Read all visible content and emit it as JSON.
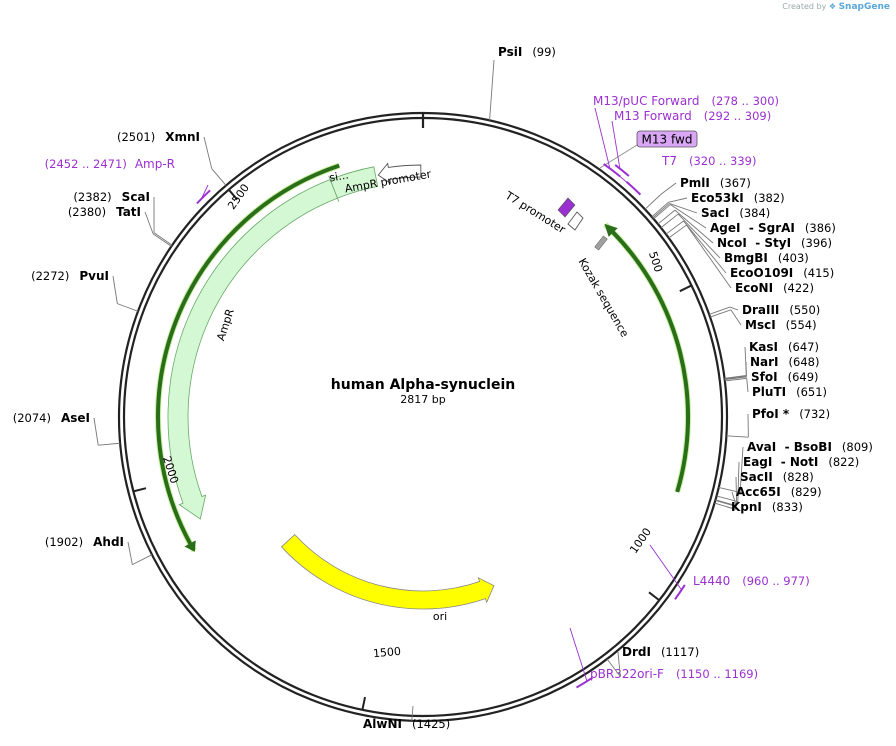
{
  "credit": {
    "prefix": "Created by",
    "brand": "SnapGene"
  },
  "plasmid": {
    "name": "human Alpha-synuclein",
    "length": 2817,
    "length_label": "2817 bp"
  },
  "ticks": [
    {
      "pos": 500,
      "label": "500"
    },
    {
      "pos": 1000,
      "label": "1000"
    },
    {
      "pos": 1500,
      "label": "1500"
    },
    {
      "pos": 2000,
      "label": "2000"
    },
    {
      "pos": 2500,
      "label": "2500"
    }
  ],
  "enzymes": [
    {
      "pos": 99,
      "name": "PsiI",
      "pos_label": "(99)",
      "side": "right"
    },
    {
      "pos": 367,
      "name": "PmlI",
      "pos_label": "(367)",
      "side": "right"
    },
    {
      "pos": 382,
      "name": "Eco53kI",
      "pos_label": "(382)",
      "side": "right"
    },
    {
      "pos": 384,
      "name": "SacI",
      "pos_label": "(384)",
      "side": "right"
    },
    {
      "pos": 386,
      "name": "AgeI  - SgrAI",
      "pos_label": "(386)",
      "side": "right"
    },
    {
      "pos": 396,
      "name": "NcoI  - StyI",
      "pos_label": "(396)",
      "side": "right"
    },
    {
      "pos": 403,
      "name": "BmgBI",
      "pos_label": "(403)",
      "side": "right"
    },
    {
      "pos": 415,
      "name": "EcoO109I",
      "pos_label": "(415)",
      "side": "right"
    },
    {
      "pos": 422,
      "name": "EcoNI",
      "pos_label": "(422)",
      "side": "right"
    },
    {
      "pos": 550,
      "name": "DraIII",
      "pos_label": "(550)",
      "side": "right"
    },
    {
      "pos": 554,
      "name": "MscI",
      "pos_label": "(554)",
      "side": "right"
    },
    {
      "pos": 647,
      "name": "KasI",
      "pos_label": "(647)",
      "side": "right"
    },
    {
      "pos": 648,
      "name": "NarI",
      "pos_label": "(648)",
      "side": "right"
    },
    {
      "pos": 649,
      "name": "SfoI",
      "pos_label": "(649)",
      "side": "right"
    },
    {
      "pos": 651,
      "name": "PluTI",
      "pos_label": "(651)",
      "side": "right"
    },
    {
      "pos": 732,
      "name": "PfoI *",
      "pos_label": "(732)",
      "side": "right"
    },
    {
      "pos": 809,
      "name": "AvaI  - BsoBI",
      "pos_label": "(809)",
      "side": "right"
    },
    {
      "pos": 822,
      "name": "EagI  - NotI",
      "pos_label": "(822)",
      "side": "right"
    },
    {
      "pos": 828,
      "name": "SacII",
      "pos_label": "(828)",
      "side": "right"
    },
    {
      "pos": 829,
      "name": "Acc65I",
      "pos_label": "(829)",
      "side": "right"
    },
    {
      "pos": 833,
      "name": "KpnI",
      "pos_label": "(833)",
      "side": "right"
    },
    {
      "pos": 1117,
      "name": "DrdI",
      "pos_label": "(1117)",
      "side": "right"
    },
    {
      "pos": 1425,
      "name": "AlwNI",
      "pos_label": "(1425)",
      "side": "right"
    },
    {
      "pos": 1902,
      "name": "AhdI",
      "pos_label": "(1902)",
      "side": "left"
    },
    {
      "pos": 2074,
      "name": "AseI",
      "pos_label": "(2074)",
      "side": "left"
    },
    {
      "pos": 2272,
      "name": "PvuI",
      "pos_label": "(2272)",
      "side": "left"
    },
    {
      "pos": 2380,
      "name": "TatI",
      "pos_label": "(2380)",
      "side": "left"
    },
    {
      "pos": 2382,
      "name": "ScaI",
      "pos_label": "(2382)",
      "side": "left"
    },
    {
      "pos": 2501,
      "name": "XmnI",
      "pos_label": "(2501)",
      "side": "left"
    }
  ],
  "primers": [
    {
      "start": 278,
      "end": 300,
      "name": "M13/pUC Forward",
      "pos_label": "(278 .. 300)",
      "side": "right"
    },
    {
      "start": 292,
      "end": 309,
      "name": "M13 Forward",
      "pos_label": "(292 .. 309)",
      "side": "right"
    },
    {
      "start": 320,
      "end": 339,
      "name": "T7",
      "pos_label": "(320 .. 339)",
      "side": "right"
    },
    {
      "start": 960,
      "end": 977,
      "name": "L4440",
      "pos_label": "(960 .. 977)",
      "side": "right"
    },
    {
      "start": 1150,
      "end": 1169,
      "name": "pBR322ori-F",
      "pos_label": "(1150 .. 1169)",
      "side": "right"
    },
    {
      "start": 2452,
      "end": 2471,
      "name": "Amp-R",
      "pos_label": "(2452 .. 2471)",
      "side": "left"
    }
  ],
  "features": [
    {
      "name": "M13 fwd",
      "kind": "boxlabel",
      "color": "#d9a7f5"
    },
    {
      "name": "AmpR promoter",
      "kind": "arrow",
      "color": "#ffffff"
    },
    {
      "name": "si...",
      "kind": "arrow",
      "color": "#cdf6cd"
    },
    {
      "name": "AmpR",
      "kind": "arrow",
      "color": "#cdf6cd"
    },
    {
      "name": "ori",
      "kind": "arrow",
      "color": "#ffff00"
    },
    {
      "name": "T7 promoter",
      "kind": "arrow",
      "color": "#ffffff"
    },
    {
      "name": "Kozak sequence",
      "kind": "box",
      "color": "#a0a0a0"
    }
  ],
  "colors": {
    "backbone": "#222222",
    "primer": "#9b30d0",
    "orf": "#2a6e1a",
    "orf_glow": "#c8f0a0",
    "ampr_fill": "#d4f7d4",
    "ori_fill": "#ffff00",
    "t7_fill": "#9b30d0"
  }
}
